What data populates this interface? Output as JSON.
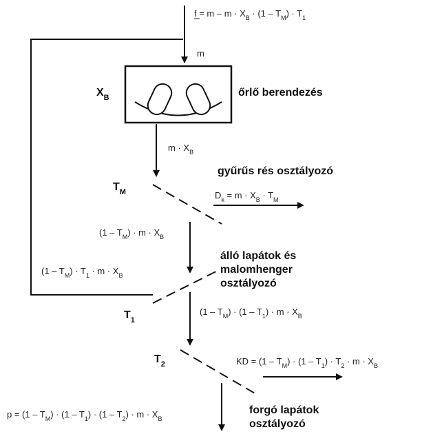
{
  "equations": {
    "feed_f": "f = m – m · X",
    "feed_f_sub_B": "B",
    "feed_f_mid": " · (1 – T",
    "feed_f_sub_M": "M",
    "feed_f_end": ") · T",
    "feed_f_sub_1": "1",
    "m_label": "m",
    "after_mill": "m · X",
    "after_mill_sub": "B",
    "dk": "D",
    "dk_sub_k": "k",
    "dk_mid": " = m · X",
    "dk_sub_B": "B",
    "dk_mid2": " · T",
    "dk_sub_M": "M",
    "after_tm_a": "(1 – T",
    "after_tm_sub_M": "M",
    "after_tm_b": ") · m · X",
    "after_tm_sub_B": "B",
    "recycle_a": "(1 – T",
    "recycle_sub_M": "M",
    "recycle_b": ") · T",
    "recycle_sub_1": "1",
    "recycle_c": " · m · X",
    "recycle_sub_B": "B",
    "after_t1_a": "(1 – T",
    "after_t1_sub_M": "M",
    "after_t1_b": ") · (1 – T",
    "after_t1_sub_1": "1",
    "after_t1_c": ") · m · X",
    "after_t1_sub_B": "B",
    "kd_a": "KD = (1 – T",
    "kd_sub_M": "M",
    "kd_b": ") · (1 – T",
    "kd_sub_1": "1",
    "kd_c": ") · T",
    "kd_sub_2": "2",
    "kd_d": " · m · X",
    "kd_sub_B": "B",
    "p_a": "p = (1 – T",
    "p_sub_M": "M",
    "p_b": ") · (1 – T",
    "p_sub_1": "1",
    "p_c": ") · (1 – T",
    "p_sub_2": "2",
    "p_d": ") · m · X",
    "p_sub_B": "B"
  },
  "nodes": {
    "mill_label": "őrlő berendezés",
    "xb_main": "X",
    "xb_sub": "B",
    "tm_main": "T",
    "tm_sub": "M",
    "t1_main": "T",
    "t1_sub": "1",
    "t2_main": "T",
    "t2_sub": "2",
    "classifier_1": "gyűrűs rés osztályozó",
    "classifier_2_line1": "álló lapátok és",
    "classifier_2_line2": "malomhenger",
    "classifier_2_line3": "osztályozó",
    "classifier_3_line1": "forgó lapátok",
    "classifier_3_line2": "osztályozó"
  }
}
